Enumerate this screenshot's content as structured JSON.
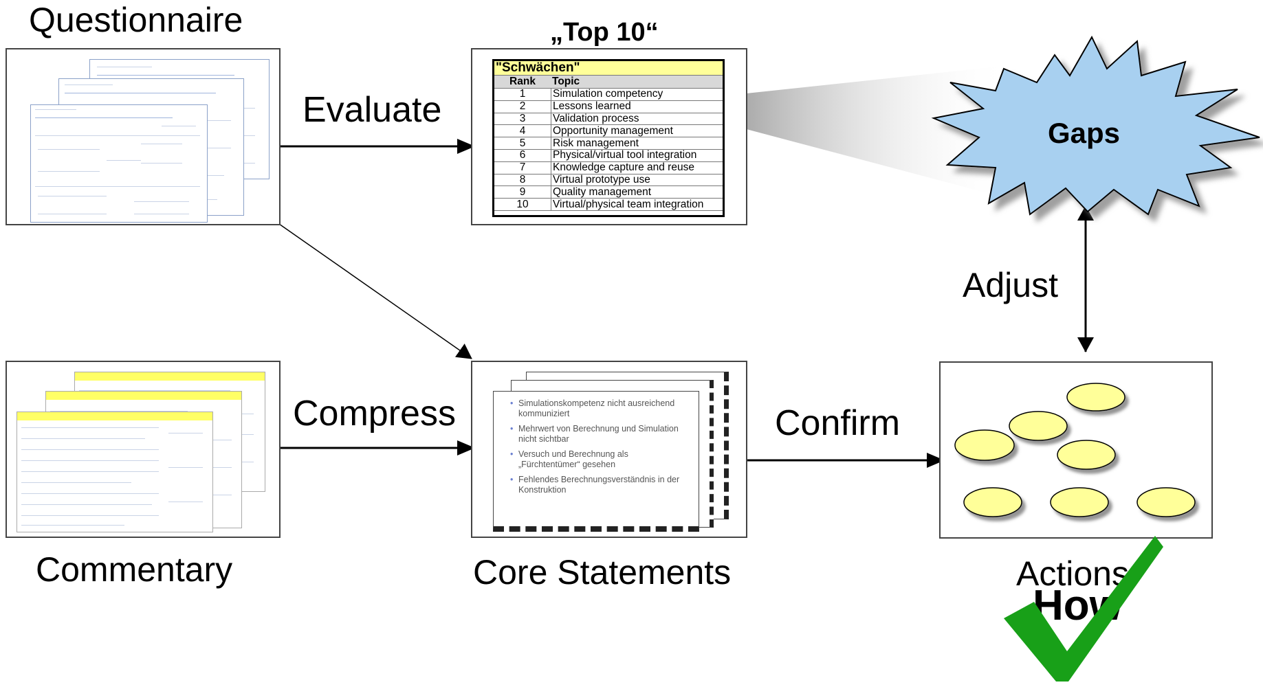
{
  "nodes": {
    "questionnaire": {
      "label": "Questionnaire"
    },
    "commentary": {
      "label": "Commentary"
    },
    "top10": {
      "label": "„Top 10“",
      "table_title": "\"Schwächen\"",
      "col_rank": "Rank",
      "col_topic": "Topic",
      "rows": [
        {
          "rank": "1",
          "topic": "Simulation competency"
        },
        {
          "rank": "2",
          "topic": "Lessons learned"
        },
        {
          "rank": "3",
          "topic": "Validation process"
        },
        {
          "rank": "4",
          "topic": "Opportunity management"
        },
        {
          "rank": "5",
          "topic": "Risk management"
        },
        {
          "rank": "6",
          "topic": "Physical/virtual tool integration"
        },
        {
          "rank": "7",
          "topic": "Knowledge capture and reuse"
        },
        {
          "rank": "8",
          "topic": "Virtual prototype use"
        },
        {
          "rank": "9",
          "topic": "Quality management"
        },
        {
          "rank": "10",
          "topic": "Virtual/physical team integration"
        }
      ]
    },
    "core_statements": {
      "label": "Core Statements",
      "bullets": [
        "Simulationskompetenz nicht ausreichend kommuniziert",
        "Mehrwert von Berechnung und Simulation nicht sichtbar",
        "Versuch und Berechnung als „Fürchtentümer“ gesehen",
        "Fehlendes Berechnungsverständnis in der Konstruktion"
      ]
    },
    "gaps": {
      "label": "Gaps"
    },
    "actions": {
      "label": "Actions",
      "overlay": "How"
    }
  },
  "edges": {
    "evaluate": "Evaluate",
    "compress": "Compress",
    "confirm": "Confirm",
    "adjust": "Adjust"
  },
  "colors": {
    "table_header_bg": "#ffff99",
    "gaps_fill": "#a8d0f0",
    "action_fill": "#ffff99",
    "check_green": "#18a018",
    "sheet_border": "#8aa0c8"
  }
}
